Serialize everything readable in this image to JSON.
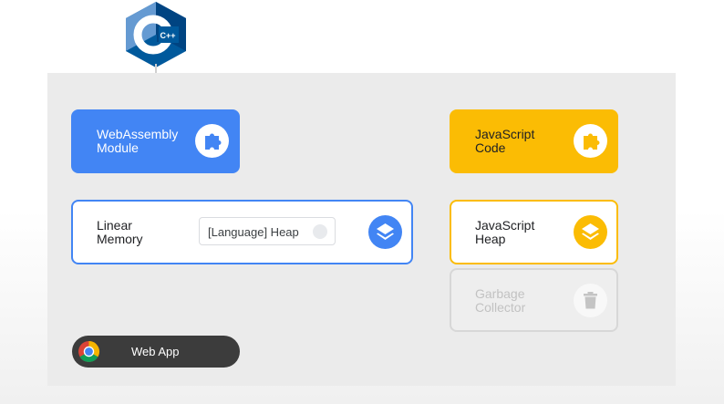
{
  "top": {
    "cpp_logo_text": "C++"
  },
  "wasm_module": {
    "label_line1": "WebAssembly",
    "label_line2": "Module",
    "icon": "puzzle-icon"
  },
  "js_code": {
    "label_line1": "JavaScript",
    "label_line2": "Code",
    "icon": "puzzle-icon"
  },
  "linear_memory": {
    "label_line1": "Linear",
    "label_line2": "Memory",
    "heap_chip": "[Language] Heap",
    "icon": "layers-icon"
  },
  "js_heap": {
    "label_line1": "JavaScript",
    "label_line2": "Heap",
    "icon": "layers-icon"
  },
  "garbage_collector": {
    "label_line1": "Garbage",
    "label_line2": "Collector",
    "icon": "trash-icon"
  },
  "web_app": {
    "label": "Web App",
    "icon": "chrome-icon"
  },
  "colors": {
    "wasm_blue": "#4285f4",
    "js_yellow": "#fbbc04",
    "panel_gray": "#ebebeb",
    "pill_dark": "#3c3c3c"
  }
}
